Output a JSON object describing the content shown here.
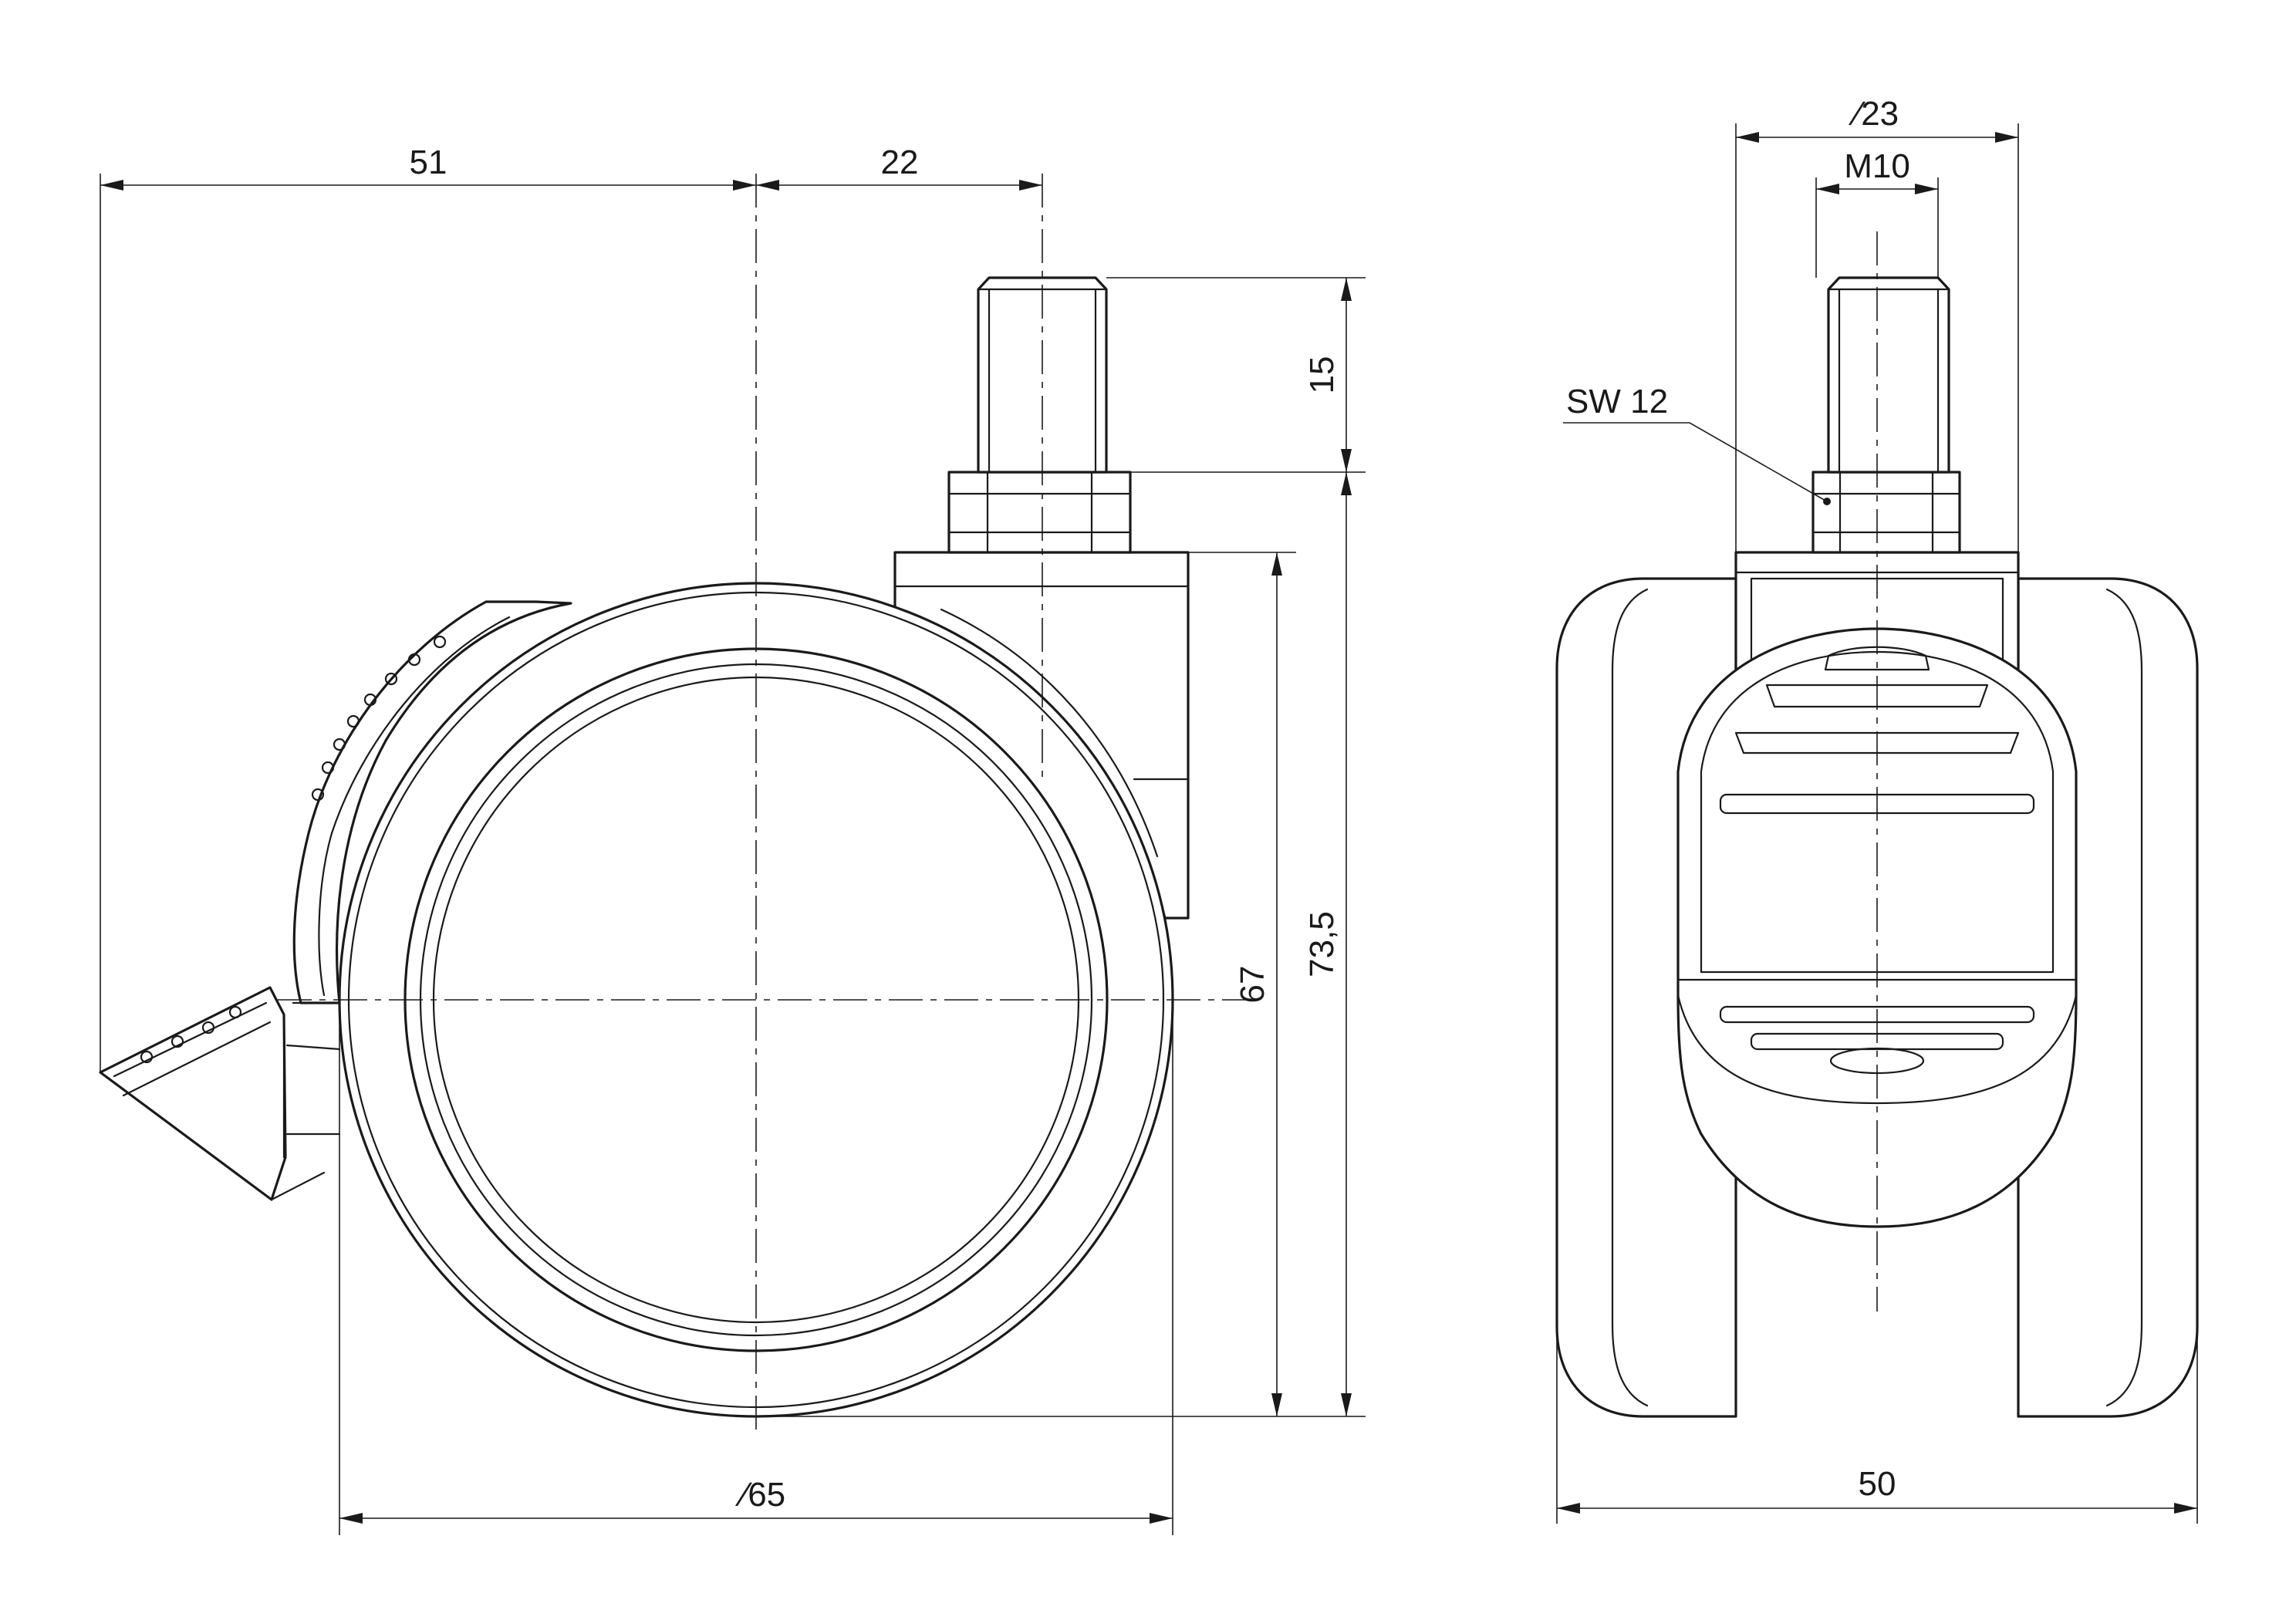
{
  "drawing": {
    "side_view": {
      "dimensions": {
        "overall_length": "51",
        "stem_offset": "22",
        "stem_length": "15",
        "wheel_diameter": "∕65",
        "height_to_axle_top": "67",
        "overall_height": "73,5"
      }
    },
    "front_view": {
      "dimensions": {
        "collar_diameter": "∕23",
        "thread": "M10",
        "hex_size": "SW 12",
        "overall_width": "50"
      }
    }
  }
}
